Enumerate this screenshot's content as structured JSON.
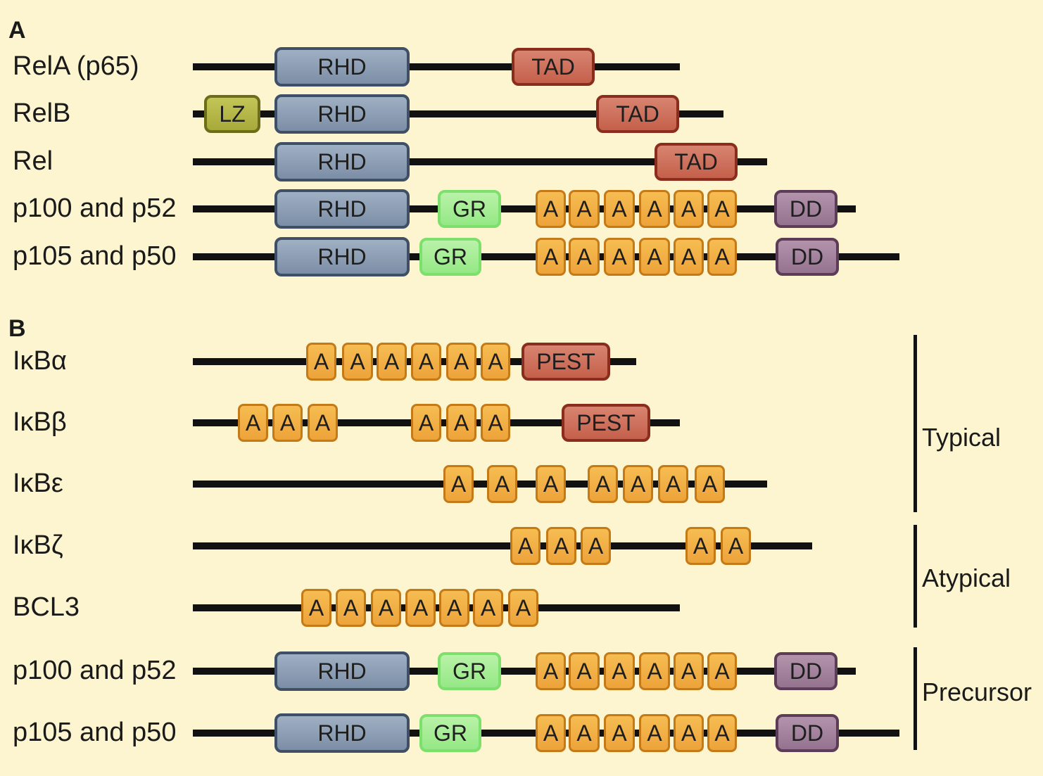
{
  "panels": {
    "a": "A",
    "b": "B"
  },
  "rows": [
    {
      "label": "RelA (p65)",
      "domains": [
        {
          "type": "RHD",
          "label": "RHD"
        },
        {
          "type": "TAD",
          "label": "TAD"
        }
      ]
    },
    {
      "label": "RelB",
      "domains": [
        {
          "type": "LZ",
          "label": "LZ"
        },
        {
          "type": "RHD",
          "label": "RHD"
        },
        {
          "type": "TAD",
          "label": "TAD"
        }
      ]
    },
    {
      "label": "Rel",
      "domains": [
        {
          "type": "RHD",
          "label": "RHD"
        },
        {
          "type": "TAD",
          "label": "TAD"
        }
      ]
    },
    {
      "label": "p100 and p52",
      "domains": [
        {
          "type": "RHD",
          "label": "RHD"
        },
        {
          "type": "GR",
          "label": "GR"
        },
        {
          "type": "A",
          "label": "A"
        },
        {
          "type": "A",
          "label": "A"
        },
        {
          "type": "A",
          "label": "A"
        },
        {
          "type": "A",
          "label": "A"
        },
        {
          "type": "A",
          "label": "A"
        },
        {
          "type": "A",
          "label": "A"
        },
        {
          "type": "DD",
          "label": "DD"
        }
      ]
    },
    {
      "label": "p105 and p50",
      "domains": [
        {
          "type": "RHD",
          "label": "RHD"
        },
        {
          "type": "GR",
          "label": "GR"
        },
        {
          "type": "A",
          "label": "A"
        },
        {
          "type": "A",
          "label": "A"
        },
        {
          "type": "A",
          "label": "A"
        },
        {
          "type": "A",
          "label": "A"
        },
        {
          "type": "A",
          "label": "A"
        },
        {
          "type": "A",
          "label": "A"
        },
        {
          "type": "DD",
          "label": "DD"
        }
      ]
    },
    {
      "label": "IκBα",
      "domains": [
        {
          "type": "A",
          "label": "A"
        },
        {
          "type": "A",
          "label": "A"
        },
        {
          "type": "A",
          "label": "A"
        },
        {
          "type": "A",
          "label": "A"
        },
        {
          "type": "A",
          "label": "A"
        },
        {
          "type": "A",
          "label": "A"
        },
        {
          "type": "PEST",
          "label": "PEST"
        }
      ]
    },
    {
      "label": "IκBβ",
      "domains": [
        {
          "type": "A",
          "label": "A"
        },
        {
          "type": "A",
          "label": "A"
        },
        {
          "type": "A",
          "label": "A"
        },
        {
          "type": "A",
          "label": "A"
        },
        {
          "type": "A",
          "label": "A"
        },
        {
          "type": "A",
          "label": "A"
        },
        {
          "type": "PEST",
          "label": "PEST"
        }
      ]
    },
    {
      "label": "IκBε",
      "domains": [
        {
          "type": "A",
          "label": "A"
        },
        {
          "type": "A",
          "label": "A"
        },
        {
          "type": "A",
          "label": "A"
        },
        {
          "type": "A",
          "label": "A"
        },
        {
          "type": "A",
          "label": "A"
        },
        {
          "type": "A",
          "label": "A"
        },
        {
          "type": "A",
          "label": "A"
        }
      ]
    },
    {
      "label": "IκBζ",
      "domains": [
        {
          "type": "A",
          "label": "A"
        },
        {
          "type": "A",
          "label": "A"
        },
        {
          "type": "A",
          "label": "A"
        },
        {
          "type": "A",
          "label": "A"
        },
        {
          "type": "A",
          "label": "A"
        }
      ]
    },
    {
      "label": "BCL3",
      "domains": [
        {
          "type": "A",
          "label": "A"
        },
        {
          "type": "A",
          "label": "A"
        },
        {
          "type": "A",
          "label": "A"
        },
        {
          "type": "A",
          "label": "A"
        },
        {
          "type": "A",
          "label": "A"
        },
        {
          "type": "A",
          "label": "A"
        },
        {
          "type": "A",
          "label": "A"
        }
      ]
    },
    {
      "label": "p100 and p52",
      "domains": [
        {
          "type": "RHD",
          "label": "RHD"
        },
        {
          "type": "GR",
          "label": "GR"
        },
        {
          "type": "A",
          "label": "A"
        },
        {
          "type": "A",
          "label": "A"
        },
        {
          "type": "A",
          "label": "A"
        },
        {
          "type": "A",
          "label": "A"
        },
        {
          "type": "A",
          "label": "A"
        },
        {
          "type": "A",
          "label": "A"
        },
        {
          "type": "DD",
          "label": "DD"
        }
      ]
    },
    {
      "label": "p105 and p50",
      "domains": [
        {
          "type": "RHD",
          "label": "RHD"
        },
        {
          "type": "GR",
          "label": "GR"
        },
        {
          "type": "A",
          "label": "A"
        },
        {
          "type": "A",
          "label": "A"
        },
        {
          "type": "A",
          "label": "A"
        },
        {
          "type": "A",
          "label": "A"
        },
        {
          "type": "A",
          "label": "A"
        },
        {
          "type": "A",
          "label": "A"
        },
        {
          "type": "DD",
          "label": "DD"
        }
      ]
    }
  ],
  "groups": [
    {
      "label": "Typical"
    },
    {
      "label": "Atypical"
    },
    {
      "label": "Precursor"
    }
  ]
}
